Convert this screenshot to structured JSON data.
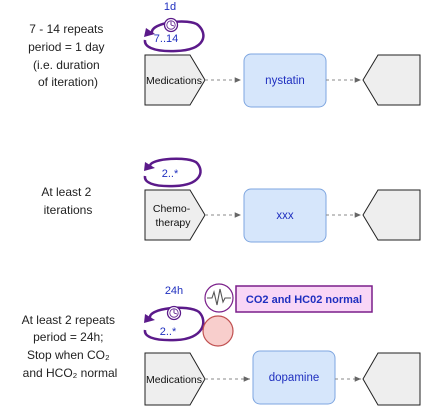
{
  "rows": [
    {
      "desc_lines": [
        "7 - 14 repeats",
        "period = 1 day",
        "(i.e. duration",
        "of iteration)"
      ],
      "period_label": "1d",
      "loop_label": "7..14",
      "start_label_lines": [
        "Medications"
      ],
      "task_label": "nystatin"
    },
    {
      "desc_lines": [
        "At least 2",
        "iterations"
      ],
      "loop_label": "2..*",
      "start_label_lines": [
        "Chemo-",
        "therapy"
      ],
      "task_label": "xxx"
    },
    {
      "desc_lines": [
        "At least 2 repeats",
        "period = 24h;",
        "Stop when CO₂",
        "and HCO₂ normal"
      ],
      "period_label": "24h",
      "loop_label": "2..*",
      "condition_label": "CO2 and HC02 normal",
      "start_label_lines": [
        "Medications"
      ],
      "task_label": "dopamine"
    }
  ],
  "colors": {
    "loop_purple": "#5b1a8a",
    "loop_label_blue": "#1f2fbf",
    "task_fill": "#d6e6fb",
    "task_stroke": "#7ea6e0",
    "shape_fill": "#eeeeee",
    "condition_fill": "#f9d6f6",
    "condition_stroke": "#7a1f8a",
    "stop_fill": "#f8cecc",
    "stop_stroke": "#c05050",
    "arrow": "#888888"
  }
}
